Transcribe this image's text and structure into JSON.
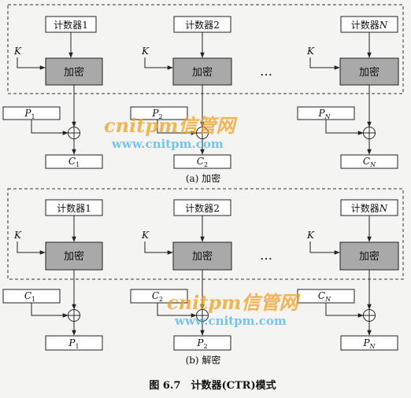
{
  "colors": {
    "background": "#f4f4f2",
    "stroke": "#222222",
    "box_fill": "#ffffff",
    "encrypt_fill": "#a9a9a9",
    "dashed_frame": "#333333",
    "watermark_orange": "#f0a020",
    "watermark_blue": "#4fb3e8"
  },
  "labels": {
    "counter_prefix": "计数器",
    "key": "K",
    "encrypt": "加密",
    "ellipsis": "…"
  },
  "encryption": {
    "caption": "(a) 加密",
    "counters": [
      "1",
      "2",
      "N"
    ],
    "inputs": [
      {
        "main": "P",
        "sub": "1"
      },
      {
        "main": "P",
        "sub": "2"
      },
      {
        "main": "P",
        "sub": "N"
      }
    ],
    "outputs": [
      {
        "main": "C",
        "sub": "1"
      },
      {
        "main": "C",
        "sub": "2"
      },
      {
        "main": "C",
        "sub": "N"
      }
    ]
  },
  "decryption": {
    "caption": "(b) 解密",
    "counters": [
      "1",
      "2",
      "N"
    ],
    "inputs": [
      {
        "main": "C",
        "sub": "1"
      },
      {
        "main": "C",
        "sub": "2"
      },
      {
        "main": "C",
        "sub": "N"
      }
    ],
    "outputs": [
      {
        "main": "P",
        "sub": "1"
      },
      {
        "main": "P",
        "sub": "2"
      },
      {
        "main": "P",
        "sub": "N"
      }
    ]
  },
  "figure_caption": "图 6.7　计数器(CTR)模式",
  "watermark": {
    "brand": "cnitpm信管网",
    "url": "www.cnitpm.com"
  }
}
